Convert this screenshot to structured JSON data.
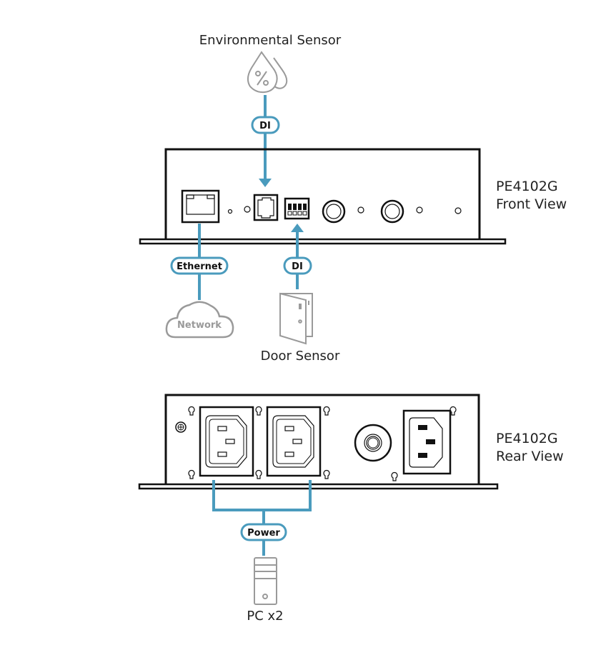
{
  "colors": {
    "connector": "#4a9bbd",
    "device_stroke": "#111111",
    "icon_gray": "#9a9a9a",
    "text": "#222222"
  },
  "environmental_sensor": {
    "label": "Environmental Sensor",
    "icon": "humidity-drops-icon",
    "connector_label": "DI"
  },
  "front_view": {
    "model": "PE4102G",
    "view": "Front View",
    "ports": [
      "rj45-ethernet-port",
      "led-indicator",
      "led-indicator",
      "rj11-sensor-port",
      "dip-switch",
      "button",
      "led-indicator",
      "button",
      "led-indicator",
      "led-indicator"
    ]
  },
  "network": {
    "connector_label": "Ethernet",
    "cloud_label": "Network"
  },
  "door_sensor": {
    "label": "Door Sensor",
    "icon": "door-icon",
    "connector_label": "DI"
  },
  "rear_view": {
    "model": "PE4102G",
    "view": "Rear View",
    "ports": [
      "ground-screw",
      "iec-c13-outlet-1",
      "iec-c13-outlet-2",
      "circuit-breaker",
      "iec-c14-inlet"
    ]
  },
  "pc": {
    "connector_label": "Power",
    "label": "PC x2",
    "icon": "pc-tower-icon"
  }
}
